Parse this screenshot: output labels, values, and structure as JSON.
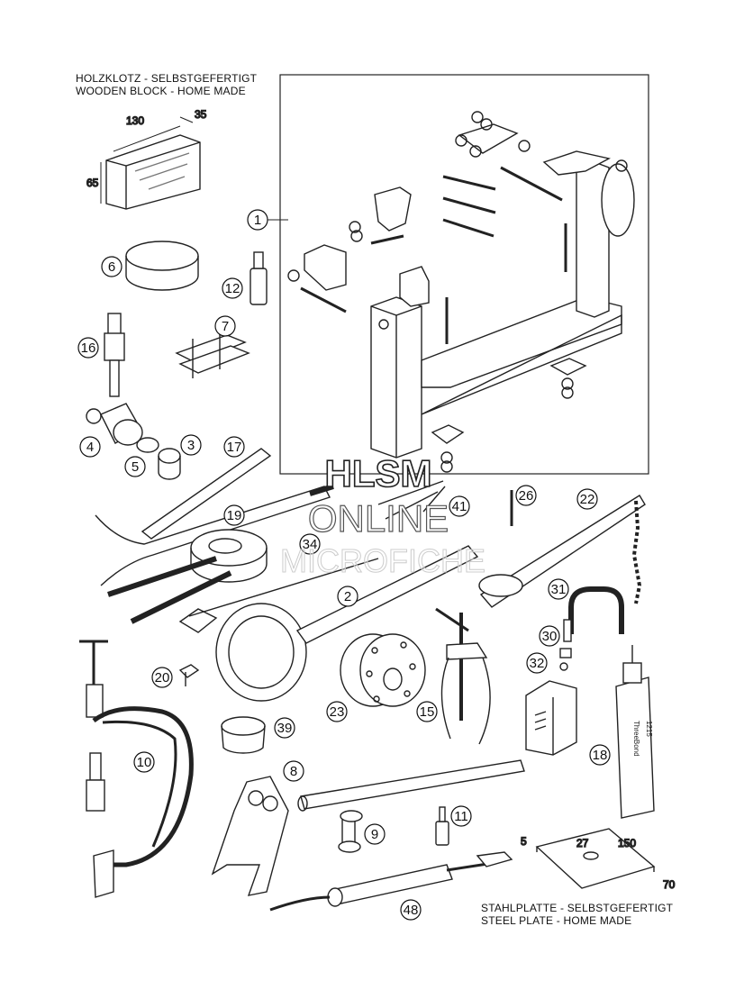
{
  "captions": {
    "wooden_block_de": "HOLZKLOTZ - SELBSTGEFERTIGT",
    "wooden_block_en": "WOODEN BLOCK - HOME MADE",
    "steel_plate_de": "STAHLPLATTE - SELBSTGEFERTIGT",
    "steel_plate_en": "STEEL PLATE - HOME MADE"
  },
  "dimensions": {
    "block_length": "130",
    "block_depth": "35",
    "block_height": "65",
    "plate_length": "150",
    "plate_width": "70",
    "plate_thickness": "5",
    "plate_hole": "27"
  },
  "watermark": {
    "line1": "HLSM",
    "line2": "ONLINE",
    "line3": "MICROFICHE"
  },
  "callouts": [
    "1",
    "2",
    "3",
    "4",
    "5",
    "6",
    "7",
    "8",
    "9",
    "10",
    "11",
    "12",
    "15",
    "16",
    "17",
    "18",
    "19",
    "20",
    "22",
    "23",
    "26",
    "30",
    "31",
    "32",
    "34",
    "39",
    "41",
    "48"
  ],
  "product_labels": {
    "tube_brand": "ThreeBond",
    "tube_code": "1215"
  }
}
